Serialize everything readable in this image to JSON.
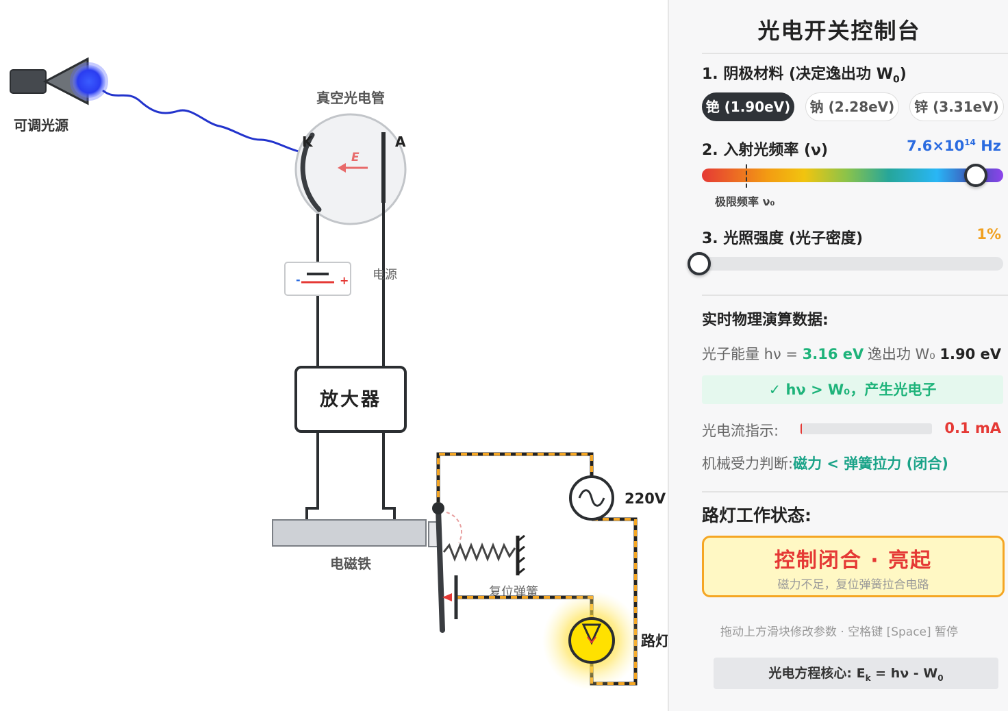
{
  "canvas": {
    "light_source_label": "可调光源",
    "tube_label": "真空光电管",
    "cathode_label": "K",
    "anode_label": "A",
    "field_label": "E",
    "power_label": "电源",
    "amplifier_label": "放大器",
    "electromagnet_label": "电磁铁",
    "spring_label": "复位弹簧",
    "ac_label": "220V",
    "lamp_label": "路灯"
  },
  "panel": {
    "title": "光电开关控制台",
    "section1": {
      "label": "1. 阴极材料 (决定逸出功 W",
      "sub": "0",
      "suffix": ")"
    },
    "materials": [
      {
        "label": "铯 (1.90eV)",
        "active": true
      },
      {
        "label": "钠 (2.28eV)",
        "active": false
      },
      {
        "label": "锌 (3.31eV)",
        "active": false
      }
    ],
    "section2": {
      "label": "2. 入射光频率 (ν)",
      "value_base": "7.6×10",
      "value_exp": "14",
      "value_unit": " Hz",
      "position": 0.91
    },
    "limit_label": "极限频率 ν₀",
    "section3": {
      "label": "3. 光照强度 (光子密度)",
      "value": "1%",
      "position": 0.01
    },
    "data_title": "实时物理演算数据:",
    "photon_energy_label": "光子能量 hν = ",
    "photon_energy_value": "3.16 eV",
    "work_function_label": "逸出功 W₀ ",
    "work_function_value": "1.90 eV",
    "status_text": "✓ hν > W₀，产生光电子",
    "current_label": "光电流指示:",
    "current_value": "0.1 mA",
    "current_fill": 0.01,
    "force_label": "机械受力判断:",
    "force_value": "磁力 < 弹簧拉力 (闭合)",
    "lamp_title": "路灯工作状态:",
    "lamp_main": "控制闭合 · 亮起",
    "lamp_sub": "磁力不足，复位弹簧拉合电路",
    "hint": "拖动上方滑块修改参数 · 空格键 [Space] 暂停",
    "equation": {
      "prefix": "光电方程核心: E",
      "sub_k": "k",
      "middle": " = hν - W",
      "sub_0": "0"
    }
  },
  "colors": {
    "accent_blue": "#2a6be0",
    "accent_green": "#1eb37a",
    "accent_red": "#e53935",
    "accent_orange": "#f5a623",
    "dark": "#2f3338"
  }
}
